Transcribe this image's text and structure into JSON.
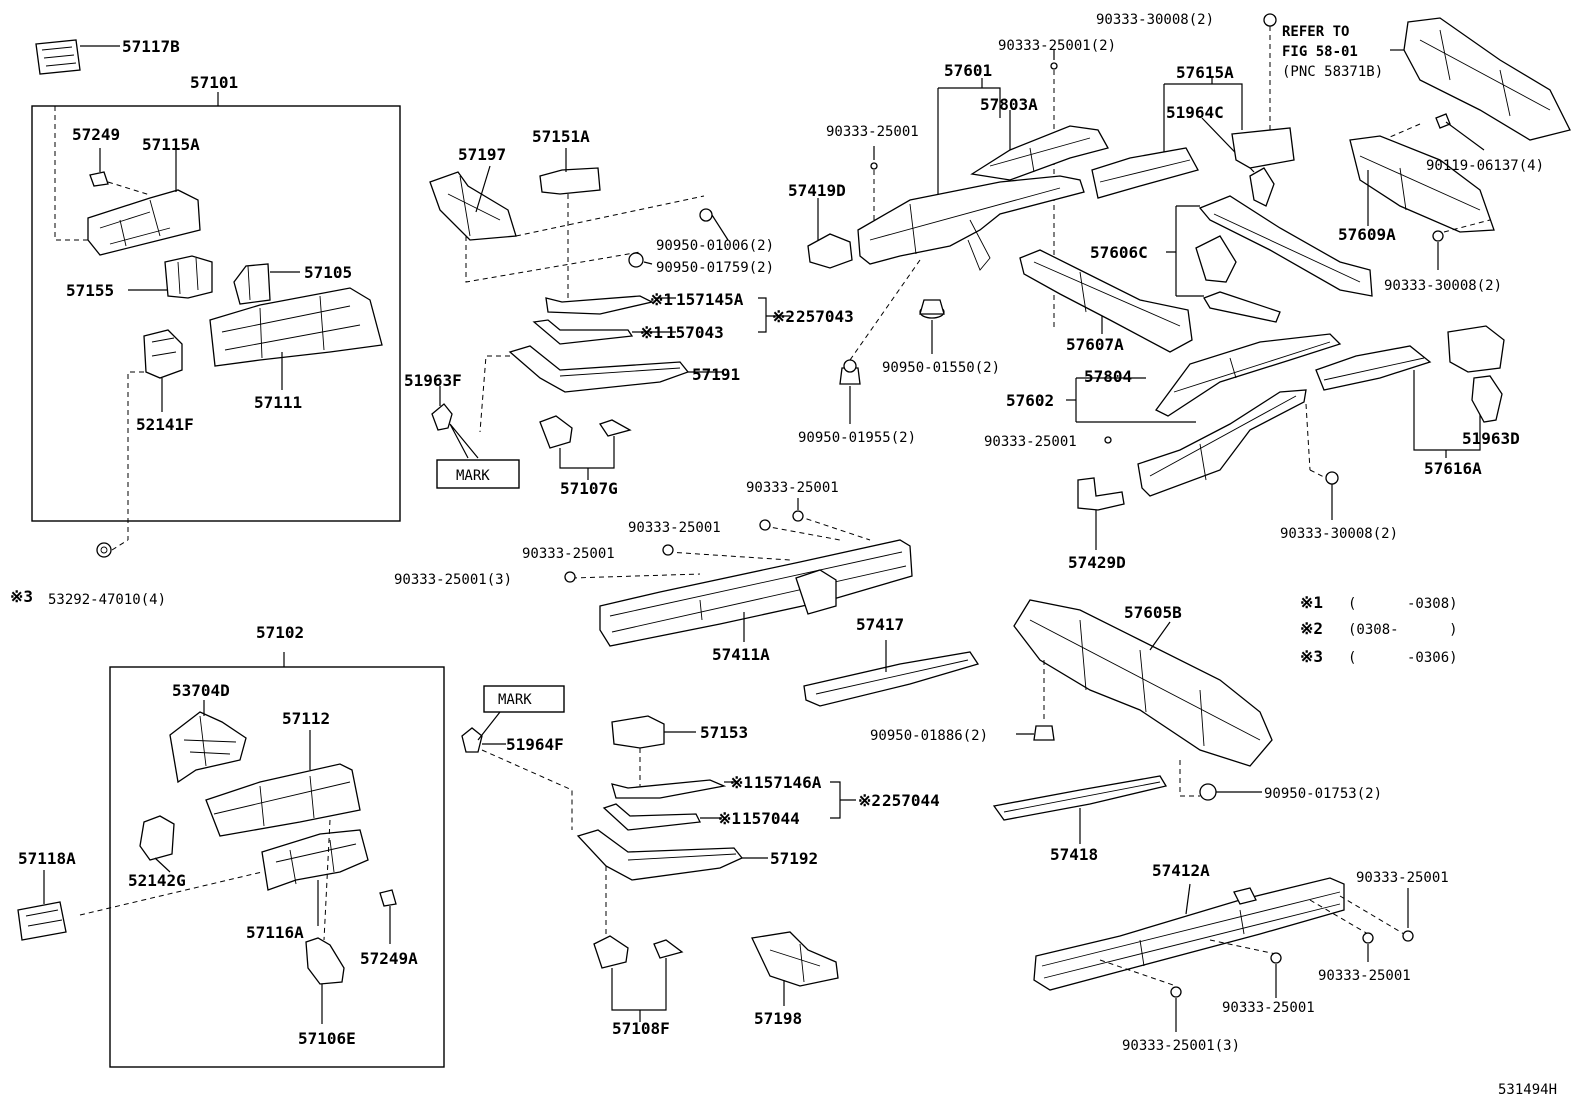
{
  "labels": {
    "p57117B": "57117B",
    "p57101": "57101",
    "p57249": "57249",
    "p57115A": "57115A",
    "p57155": "57155",
    "p57105": "57105",
    "p57111": "57111",
    "p52141F": "52141F",
    "p53292": "53292-47010(4)",
    "p57102": "57102",
    "p53704D": "53704D",
    "p57112": "57112",
    "p52142G": "52142G",
    "p57118A": "57118A",
    "p57116A": "57116A",
    "p57249A": "57249A",
    "p57106E": "57106E",
    "p57197": "57197",
    "p57151A": "57151A",
    "p90950_01006": "90950-01006(2)",
    "p90950_01759": "90950-01759(2)",
    "p157145A": "157145A",
    "p157043": "157043",
    "p257043": "257043",
    "p57191": "57191",
    "p51963F": "51963F",
    "mark1": "MARK",
    "p57107G": "57107G",
    "p90333_25001_a": "90333-25001",
    "p90333_25001_b": "90333-25001",
    "p90333_25001_c": "90333-25001",
    "p90333_25001_3a": "90333-25001(3)",
    "p57411A": "57411A",
    "p57417": "57417",
    "mark2": "MARK",
    "p51964F": "51964F",
    "p57153": "57153",
    "p157146A": "157146A",
    "p157044": "157044",
    "p257044": "257044",
    "p57192": "57192",
    "p57108F": "57108F",
    "p57198": "57198",
    "p90333_30008_top": "90333-30008(2)",
    "p90333_25001_2": "90333-25001(2)",
    "p57601": "57601",
    "p90333_25001_d": "90333-25001",
    "p57803A": "57803A",
    "p57419D": "57419D",
    "p90950_01550": "90950-01550(2)",
    "p90950_01955": "90950-01955(2)",
    "p57615A": "57615A",
    "p51964C": "51964C",
    "refer1": "REFER TO",
    "refer2": "FIG 58-01",
    "refer3": "(PNC 58371B)",
    "p90119": "90119-06137(4)",
    "p57609A": "57609A",
    "p90333_30008_r": "90333-30008(2)",
    "p57606C": "57606C",
    "p57607A": "57607A",
    "p57804": "57804",
    "p57602": "57602",
    "p90333_25001_e": "90333-25001",
    "p51963D": "51963D",
    "p57616A": "57616A",
    "p90333_30008_b": "90333-30008(2)",
    "p57429D": "57429D",
    "p57605B": "57605B",
    "p90950_01886": "90950-01886(2)",
    "p90950_01753": "90950-01753(2)",
    "p57418": "57418",
    "p57412A": "57412A",
    "p90333_25001_f": "90333-25001",
    "p90333_25001_g": "90333-25001",
    "p90333_25001_h": "90333-25001",
    "p90333_25001_3b": "90333-25001(3)",
    "note1_mark": "※1",
    "note1_text": "(      -0308)",
    "note2_mark": "※2",
    "note2_text": "(0308-      )",
    "note3_mark": "※3",
    "note3_text": "(      -0306)",
    "note_mark_3": "※3",
    "ref_num": "531494H",
    "sym1": "※1",
    "sym2": "※2"
  }
}
